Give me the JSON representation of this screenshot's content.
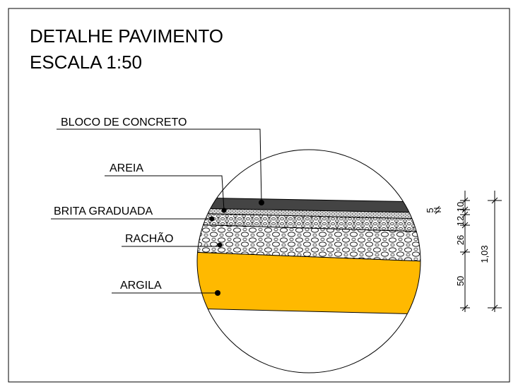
{
  "title": {
    "line1": "DETALHE PAVIMENTO",
    "line2": "ESCALA 1:50"
  },
  "layers": [
    {
      "key": "bloco",
      "label": "BLOCO DE CONCRETO",
      "color": "#444444"
    },
    {
      "key": "areia",
      "label": "AREIA",
      "color": "#d8d8d8"
    },
    {
      "key": "brita",
      "label": "BRITA GRADUADA",
      "color": "#f0f0f0"
    },
    {
      "key": "rachao",
      "label": "RACHÃO",
      "color": "#f6f6f6"
    },
    {
      "key": "argila",
      "label": "ARGILA",
      "color": "#ffb900"
    }
  ],
  "dimensions": {
    "bloco": "10",
    "areia": "5",
    "brita": "12",
    "rachao": "26",
    "argila": "50",
    "total": "1,03"
  }
}
